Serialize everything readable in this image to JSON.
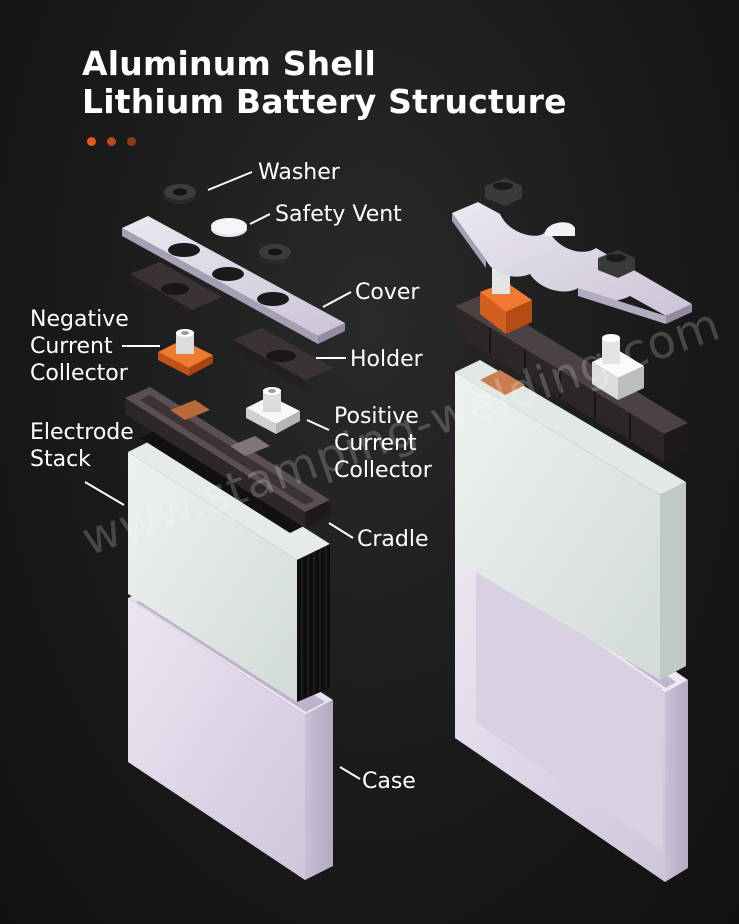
{
  "title": {
    "line1": "Aluminum Shell",
    "line2": "Lithium Battery Structure"
  },
  "labels": {
    "washer": "Washer",
    "safety_vent": "Safety Vent",
    "cover": "Cover",
    "negative_current_collector": [
      "Negative",
      "Current",
      "Collector"
    ],
    "holder": "Holder",
    "positive_current_collector": [
      "Positive",
      "Current",
      "Collector"
    ],
    "electrode_stack": [
      "Electrode",
      "Stack"
    ],
    "cradle": "Cradle",
    "case": "Case"
  },
  "watermark": "www.stamping-welding.com",
  "colors": {
    "background": "#1a1a1b",
    "accent_dots": "#e35a1e",
    "negative_collector": "#e2611f",
    "positive_collector": "#f2f2f0",
    "cover": "#dcd6e6",
    "electrode_front": "#dfe5e2",
    "case": "#d9d1e5",
    "dark_plastic": "#3a3234"
  }
}
